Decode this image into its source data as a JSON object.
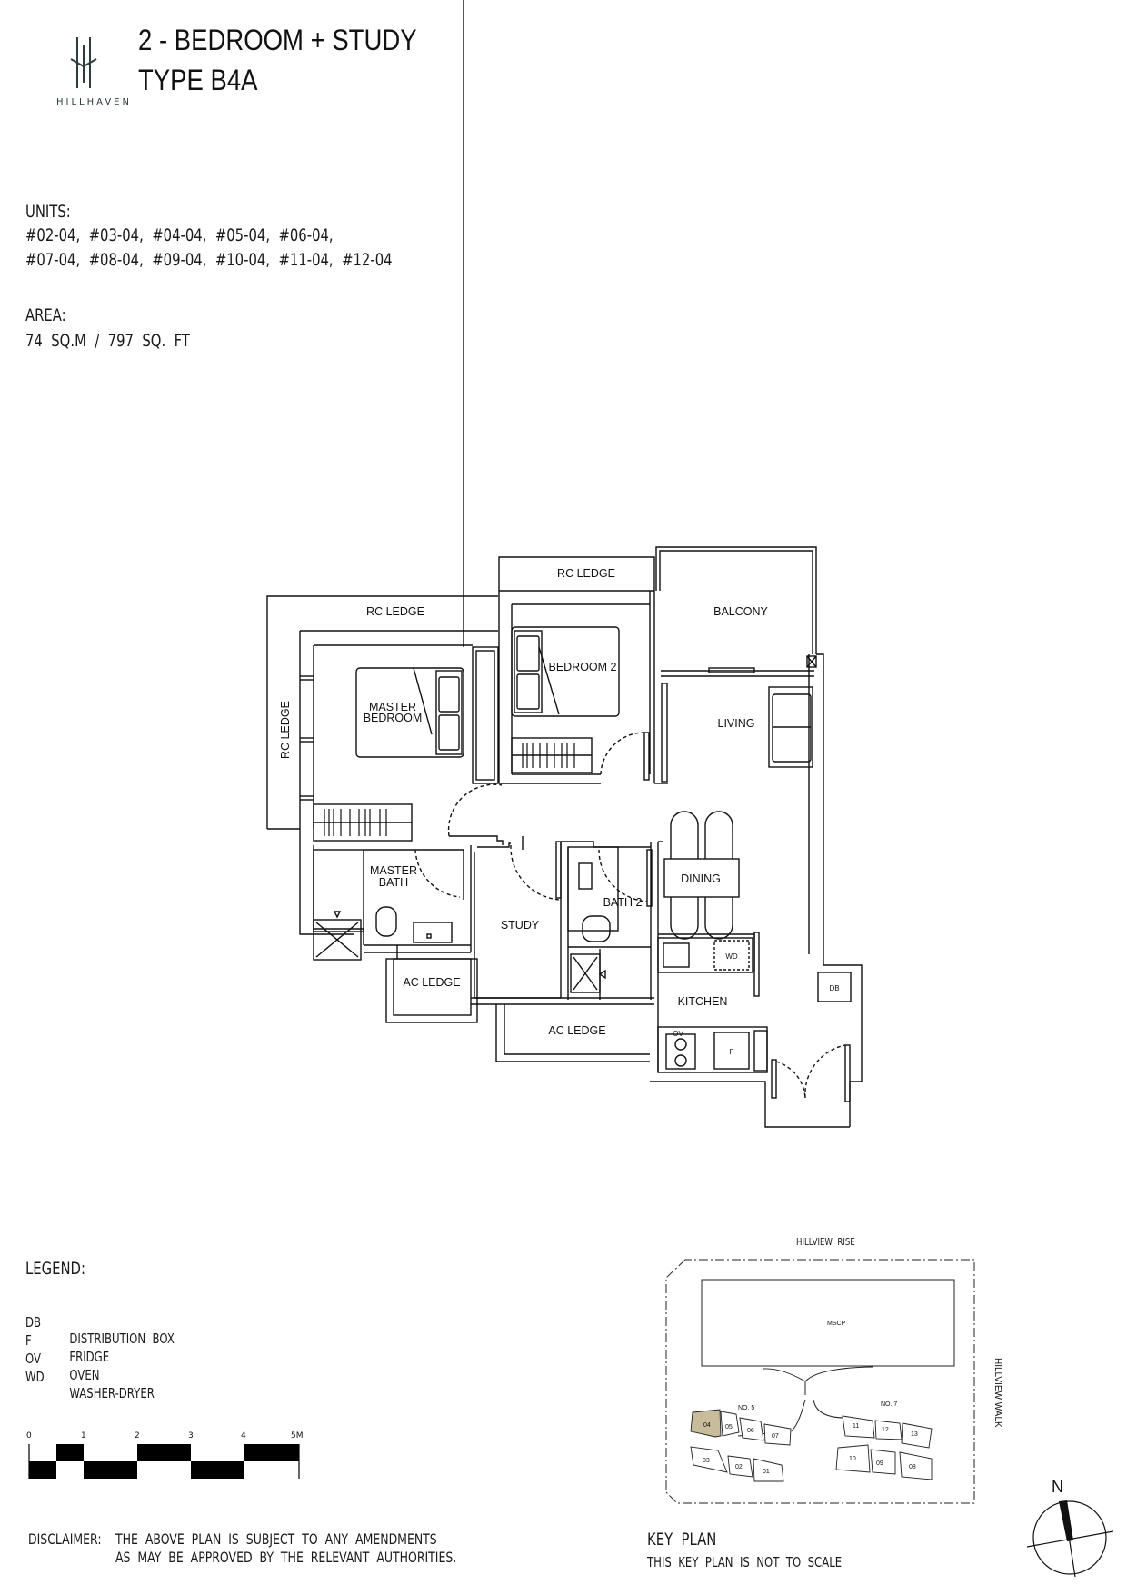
{
  "brand": {
    "logo_text": "HILLHAVEN",
    "logo_color": "#2b3d3d"
  },
  "header": {
    "title_line1": "2 - BEDROOM + STUDY",
    "title_line2": "TYPE B4A"
  },
  "units": {
    "label": "UNITS:",
    "line1": "#02-04,  #03-04,  #04-04,  #05-04,  #06-04,",
    "line2": "#07-04,  #08-04,  #09-04,  #10-04,  #11-04,  #12-04",
    "list": [
      "#02-04",
      "#03-04",
      "#04-04",
      "#05-04",
      "#06-04",
      "#07-04",
      "#08-04",
      "#09-04",
      "#10-04",
      "#11-04",
      "#12-04"
    ]
  },
  "area": {
    "label": "AREA:",
    "value": "74  SQ.M  /  797  SQ.  FT",
    "sqm": 74,
    "sqft": 797
  },
  "floor_plan": {
    "rooms": {
      "rc_ledge_top": "RC LEDGE",
      "rc_ledge_upper": "RC LEDGE",
      "rc_ledge_side": "RC LEDGE",
      "balcony": "BALCONY",
      "bedroom2": "BEDROOM 2",
      "master_bedroom_1": "MASTER",
      "master_bedroom_2": "BEDROOM",
      "living": "LIVING",
      "master_bath_1": "MASTER",
      "master_bath_2": "BATH",
      "study": "STUDY",
      "bath2": "BATH 2",
      "dining": "DINING",
      "kitchen": "KITCHEN",
      "ac_ledge_left": "AC LEDGE",
      "ac_ledge_right": "AC LEDGE"
    },
    "appliances": {
      "wd": "WD",
      "db": "DB",
      "ov": "OV",
      "f": "F"
    }
  },
  "legend": {
    "title": "LEGEND:",
    "items": [
      {
        "code": "DB",
        "desc": "DISTRIBUTION  BOX"
      },
      {
        "code": "F",
        "desc": "FRIDGE"
      },
      {
        "code": "OV",
        "desc": "OVEN"
      },
      {
        "code": "WD",
        "desc": "WASHER-DRYER"
      }
    ]
  },
  "scale_bar": {
    "ticks": [
      "0",
      "1",
      "2",
      "3",
      "4",
      "5M"
    ]
  },
  "key_plan": {
    "road_top": "HILLVIEW  RISE",
    "road_right": "HILLVIEW  WALK",
    "mscp": "MSCP",
    "block_no5": "NO. 5",
    "block_no7": "NO. 7",
    "units": [
      "04",
      "05",
      "06",
      "07",
      "03",
      "02",
      "01",
      "11",
      "12",
      "13",
      "10",
      "09",
      "08"
    ],
    "highlight_unit": "04",
    "highlight_color": "#c8bc9a",
    "title": "KEY  PLAN",
    "subtitle": "THIS  KEY  PLAN  IS  NOT  TO  SCALE"
  },
  "compass": {
    "label": "N"
  },
  "disclaimer": {
    "label": "DISCLAIMER:",
    "line1": "THE  ABOVE  PLAN  IS  SUBJECT  TO  ANY  AMENDMENTS",
    "line2": "AS  MAY  BE  APPROVED  BY  THE  RELEVANT  AUTHORITIES."
  }
}
